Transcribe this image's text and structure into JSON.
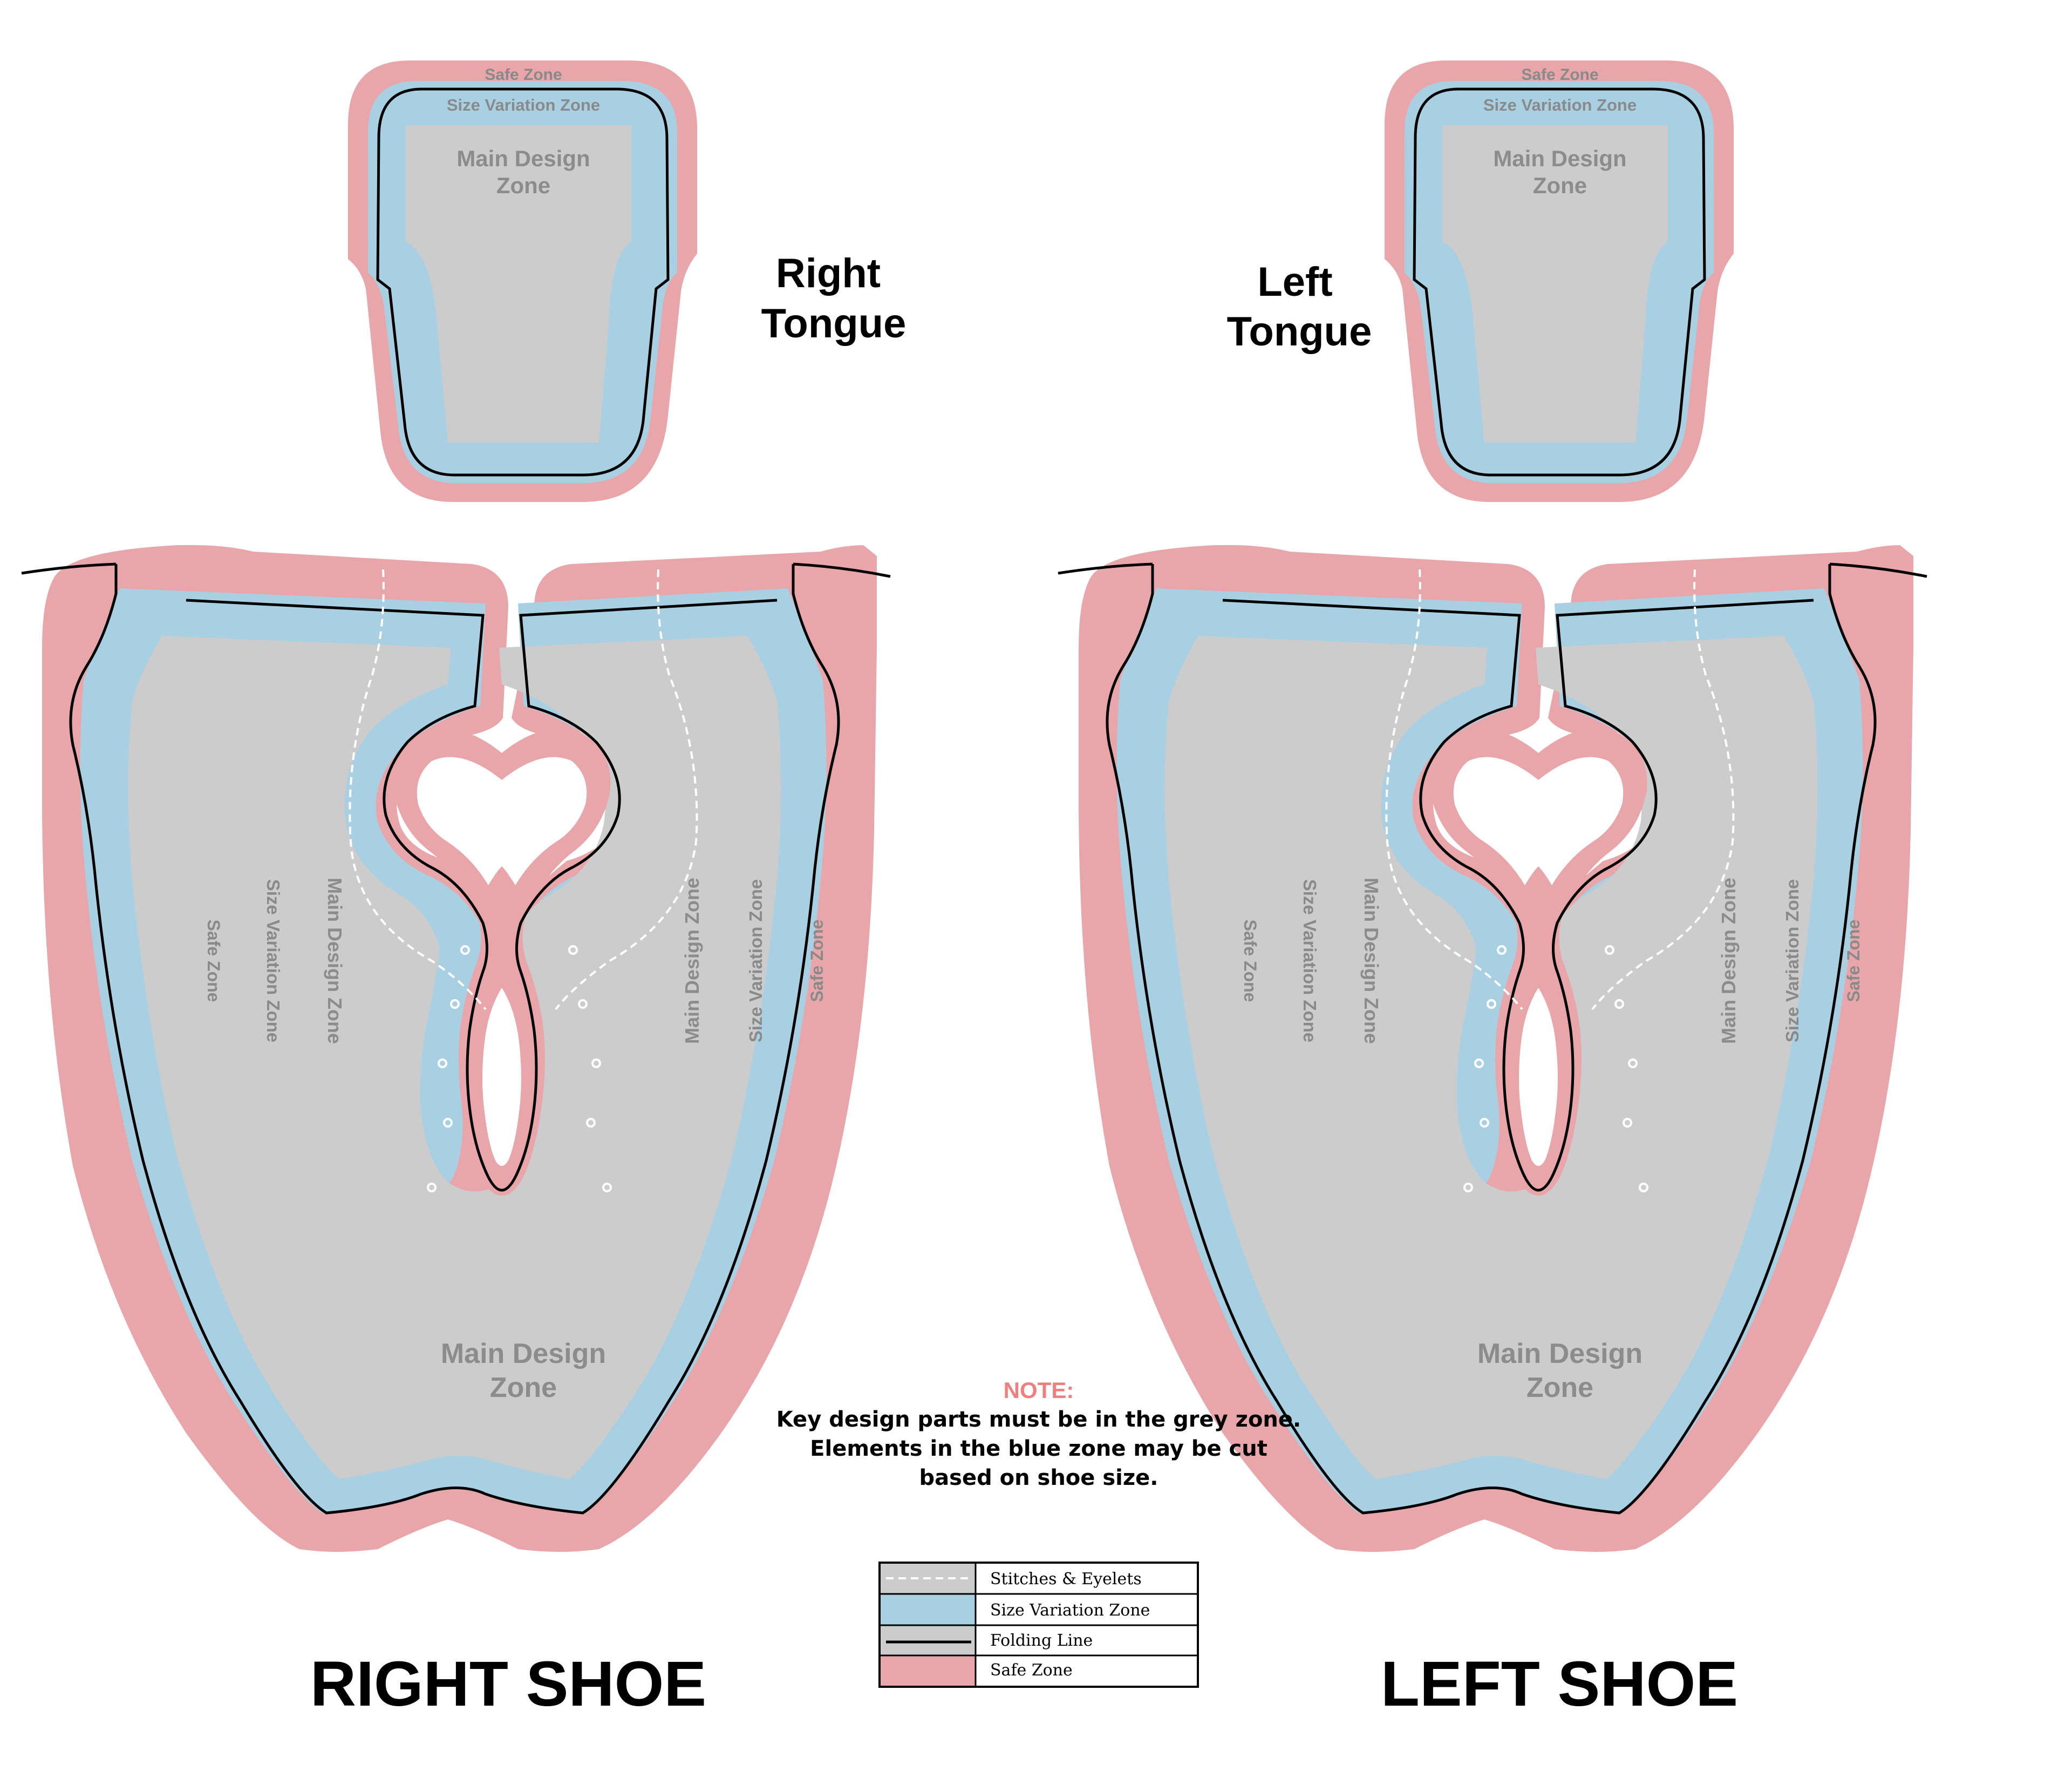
{
  "colors": {
    "safe_zone": "#e8a6aa",
    "size_variation_zone": "#a8d0e2",
    "main_design_zone": "#cccccc",
    "folding_line": "#000000",
    "stitches": "#ffffff",
    "note_heading": "#f08080"
  },
  "tongue_labels": {
    "safe_zone": "Safe Zone",
    "size_variation_zone": "Size Variation Zone",
    "main_design_line1": "Main Design",
    "main_design_line2": "Zone"
  },
  "shoe_labels": {
    "safe_zone": "Safe Zone",
    "size_variation_zone": "Size Variation Zone",
    "main_design_zone": "Main Design Zone",
    "main_design_line1": "Main Design",
    "main_design_line2": "Zone"
  },
  "titles": {
    "right_tongue_line1": "Right",
    "right_tongue_line2": "Tongue",
    "left_tongue_line1": "Left",
    "left_tongue_line2": "Tongue",
    "right_shoe": "RIGHT SHOE",
    "left_shoe": "LEFT SHOE"
  },
  "note": {
    "heading": "NOTE:",
    "line1": "Key design parts must be in the grey zone.",
    "line2": "Elements in the blue zone may be cut",
    "line3": "based on shoe size."
  },
  "legend": {
    "items": [
      {
        "label": "Stitches & Eyelets",
        "swatch": "stitches"
      },
      {
        "label": "Size Variation Zone",
        "swatch": "size-variation"
      },
      {
        "label": "Folding Line",
        "swatch": "folding-line"
      },
      {
        "label": "Safe Zone",
        "swatch": "safe-zone"
      }
    ]
  }
}
